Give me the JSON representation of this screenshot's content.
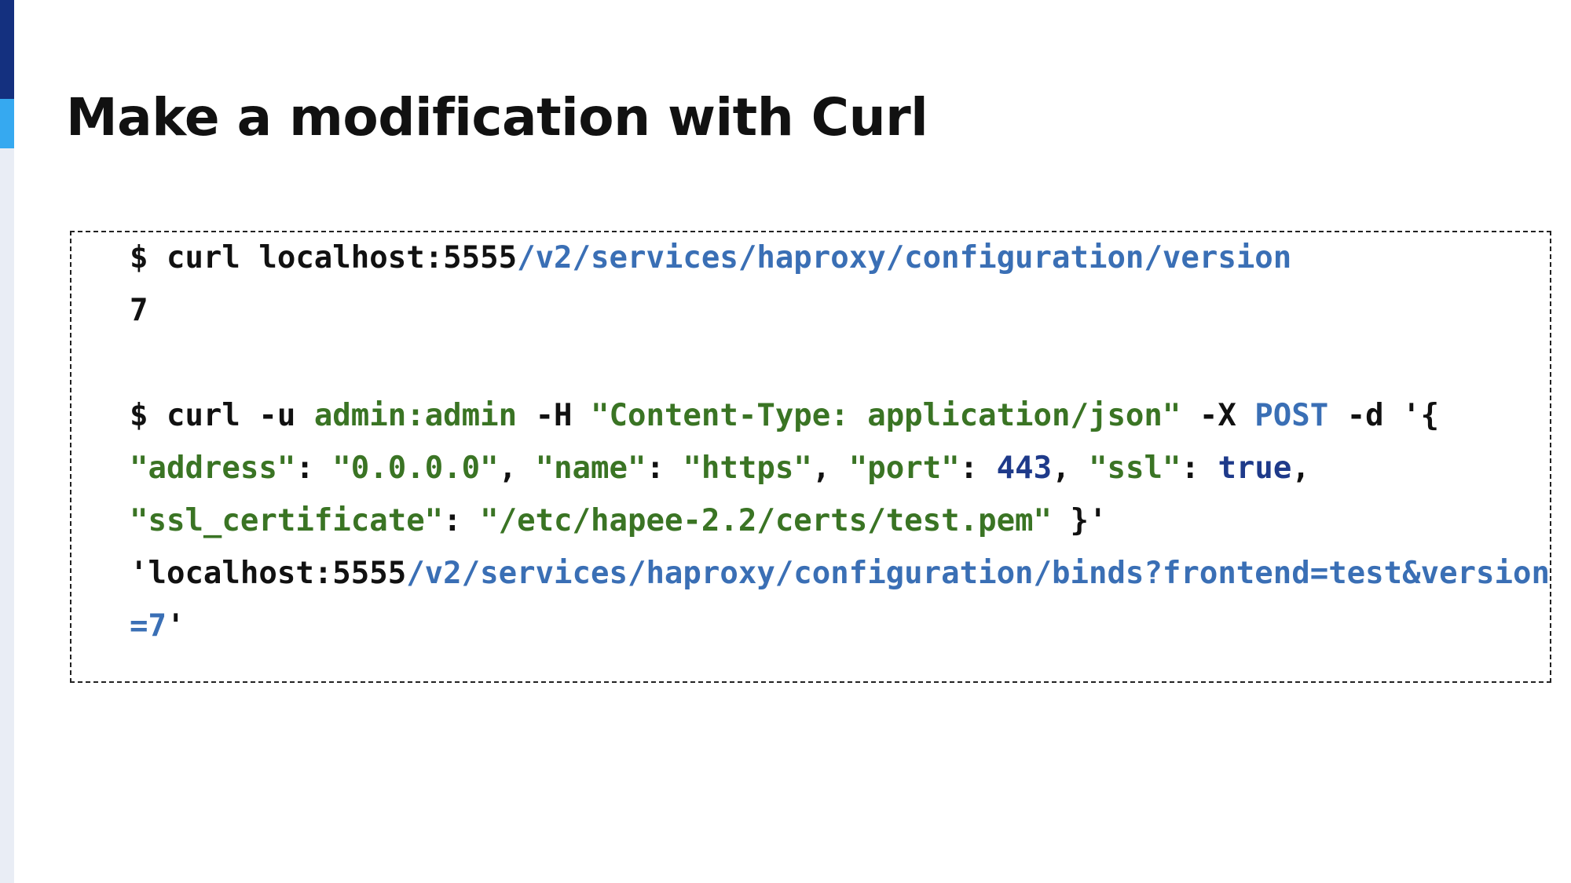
{
  "slide": {
    "title": "Make a modification with Curl"
  },
  "code": {
    "line1": {
      "prompt": "$ curl localhost:5555",
      "path": "/v2/services/haproxy/configuration/version"
    },
    "line2": {
      "output": "7"
    },
    "line4": {
      "prompt": "$ curl -u ",
      "user": "admin:admin",
      "h_flag": " -H ",
      "header": "\"Content-Type: application/json\"",
      "x_flag": " -X ",
      "method": "POST",
      "d_flag": " -d '{"
    },
    "line5": {
      "k_address": "\"address\"",
      "sep1": ": ",
      "v_address": "\"0.0.0.0\"",
      "c1": ", ",
      "k_name": "\"name\"",
      "sep2": ": ",
      "v_name": "\"https\"",
      "c2": ", ",
      "k_port": "\"port\"",
      "sep3": ": ",
      "v_port": "443",
      "c3": ", ",
      "k_ssl": "\"ssl\"",
      "sep4": ": ",
      "v_ssl": "true",
      "c4": ","
    },
    "line6": {
      "k_cert": "\"ssl_certificate\"",
      "sep": ": ",
      "v_cert": "\"/etc/hapee-2.2/certs/test.pem\"",
      "close": " }'"
    },
    "line7": {
      "host": "'localhost:5555",
      "path": "/v2/services/haproxy/configuration/binds?frontend=test&version"
    },
    "line8": {
      "path": "=7",
      "close": "'"
    }
  }
}
